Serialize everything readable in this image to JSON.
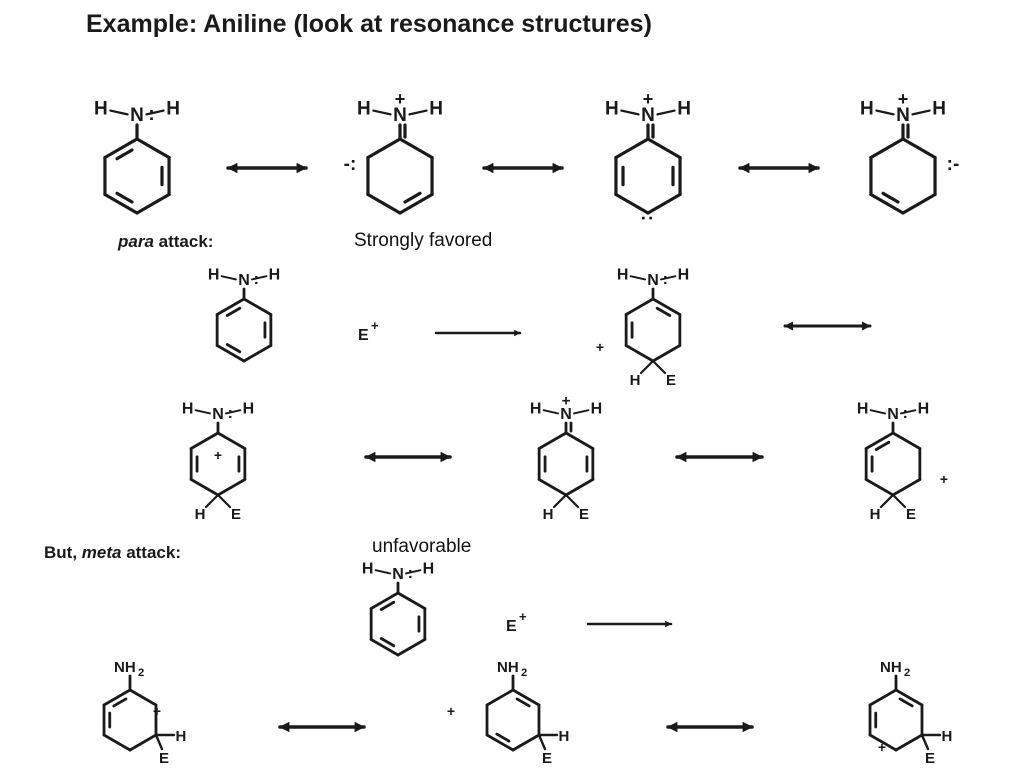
{
  "title": "Example:  Aniline (look at resonance structures)",
  "para_label": {
    "italic": "para",
    "rest": " attack:"
  },
  "para_note": "Strongly favored",
  "meta_label": {
    "prefix": "But, ",
    "italic": "meta",
    "rest": " attack:"
  },
  "meta_note": "unfavorable",
  "atoms": {
    "H": "H",
    "N": "N",
    "E": "E",
    "NH": "NH",
    "sub2": "2",
    "plus": "+",
    "lonepair": ":",
    "minus": "-",
    "electrophile_plus": "+"
  }
}
